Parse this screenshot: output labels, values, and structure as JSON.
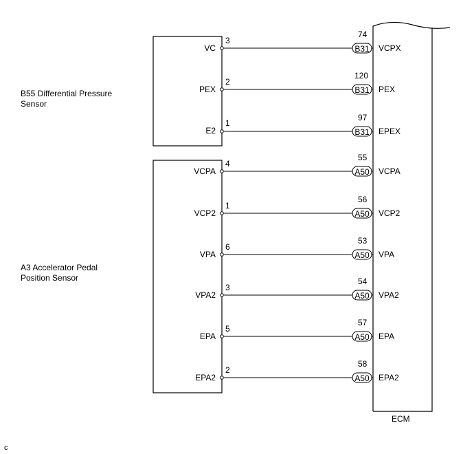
{
  "sensors": [
    {
      "label_line1": "B55 Differential Pressure",
      "label_line2": "Sensor",
      "pins": [
        {
          "signal": "VC",
          "pin": "3"
        },
        {
          "signal": "PEX",
          "pin": "2"
        },
        {
          "signal": "E2",
          "pin": "1"
        }
      ]
    },
    {
      "label_line1": "A3 Accelerator Pedal",
      "label_line2": "Position Sensor",
      "pins": [
        {
          "signal": "VCPA",
          "pin": "4"
        },
        {
          "signal": "VCP2",
          "pin": "1"
        },
        {
          "signal": "VPA",
          "pin": "6"
        },
        {
          "signal": "VPA2",
          "pin": "3"
        },
        {
          "signal": "EPA",
          "pin": "5"
        },
        {
          "signal": "EPA2",
          "pin": "2"
        }
      ]
    }
  ],
  "ecm": {
    "label": "ECM",
    "terminals": [
      {
        "connector": "B31",
        "pin": "74",
        "signal": "VCPX"
      },
      {
        "connector": "B31",
        "pin": "120",
        "signal": "PEX"
      },
      {
        "connector": "B31",
        "pin": "97",
        "signal": "EPEX"
      },
      {
        "connector": "A50",
        "pin": "55",
        "signal": "VCPA"
      },
      {
        "connector": "A50",
        "pin": "56",
        "signal": "VCP2"
      },
      {
        "connector": "A50",
        "pin": "53",
        "signal": "VPA"
      },
      {
        "connector": "A50",
        "pin": "54",
        "signal": "VPA2"
      },
      {
        "connector": "A50",
        "pin": "57",
        "signal": "EPA"
      },
      {
        "connector": "A50",
        "pin": "58",
        "signal": "EPA2"
      }
    ]
  },
  "corner_mark": "c"
}
